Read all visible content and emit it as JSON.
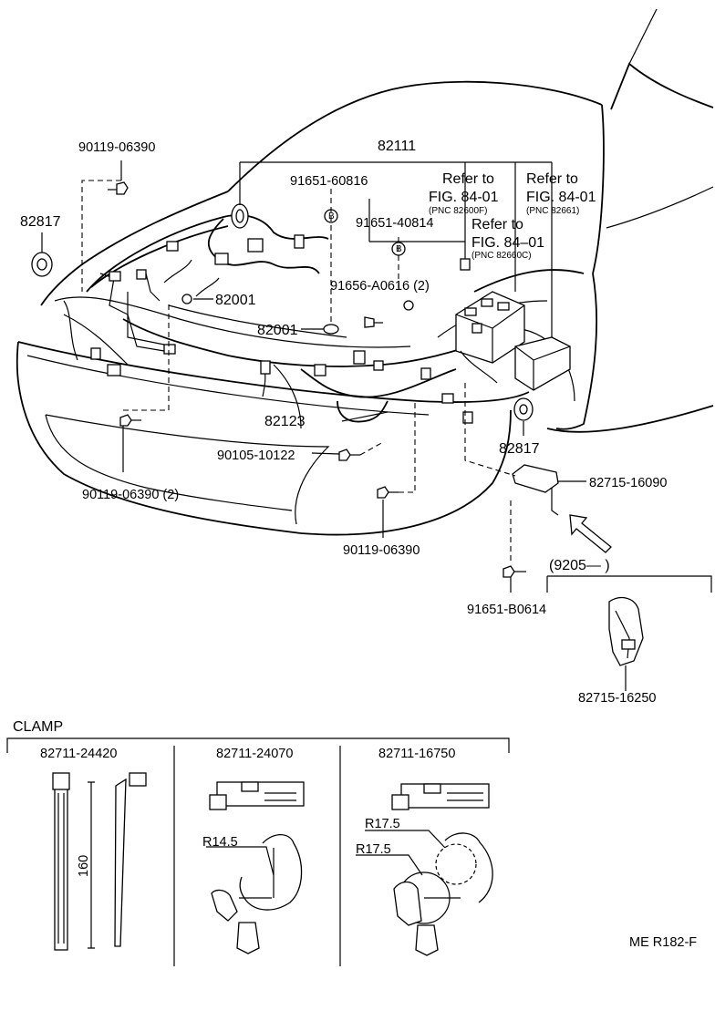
{
  "parts": {
    "p90119_06390_top": "90119-06390",
    "p82111": "82111",
    "p91651_60816": "91651-60816",
    "refer1_line1": "Refer to",
    "refer1_line2": "FIG. 84-01",
    "refer1_line3": "(PNC 82600F)",
    "refer2_line1": "Refer to",
    "refer2_line2": "FIG. 84-01",
    "refer2_line3": "(PNC 82661)",
    "refer3_line1": "Refer to",
    "refer3_line2": "FIG. 84–01",
    "refer3_line3": "(PNC 82660C)",
    "p82817_left": "82817",
    "p91651_40814": "91651-40814",
    "p82001_upper": "82001",
    "p91656_a0616": "91656-A0616 (2)",
    "p82001_lower": "82001",
    "p82123": "82123",
    "p82817_right": "82817",
    "p90105_10122": "90105-10122",
    "p82715_16090": "82715-16090",
    "p90119_06390_2": "90119-06390  (2)",
    "p90119_06390_bottom": "90119-06390",
    "p9205": "(9205—        )",
    "p91651_b0614": "91651-B0614",
    "p82715_16250": "82715-16250",
    "bolt_letter_a": "B",
    "bolt_letter_b": "B"
  },
  "clamp": {
    "heading": "CLAMP",
    "col1_title": "82711-24420",
    "col2_title": "82711-24070",
    "col3_title": "82711-16750",
    "length_label": "160",
    "r145": "R14.5",
    "r175_a": "R17.5",
    "r175_b": "R17.5"
  },
  "footer": {
    "code": "ME R182-F"
  }
}
